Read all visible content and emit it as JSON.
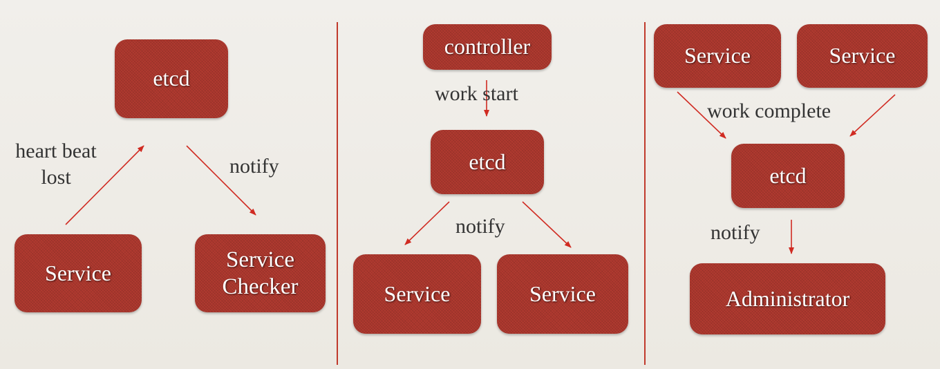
{
  "colors": {
    "node_fill": "#b13a30",
    "arrow": "#d02b22",
    "divider": "#c0392b",
    "label_text": "#333333",
    "node_text": "#ffffff"
  },
  "panel1": {
    "etcd": "etcd",
    "service": "Service",
    "checker": "Service\nChecker",
    "heartbeat_label": "heart beat\nlost",
    "notify_label": "notify"
  },
  "panel2": {
    "controller": "controller",
    "work_start_label": "work start",
    "etcd": "etcd",
    "notify_label": "notify",
    "service_left": "Service",
    "service_right": "Service"
  },
  "panel3": {
    "service_left": "Service",
    "service_right": "Service",
    "work_complete_label": "work complete",
    "etcd": "etcd",
    "notify_label": "notify",
    "administrator": "Administrator"
  }
}
